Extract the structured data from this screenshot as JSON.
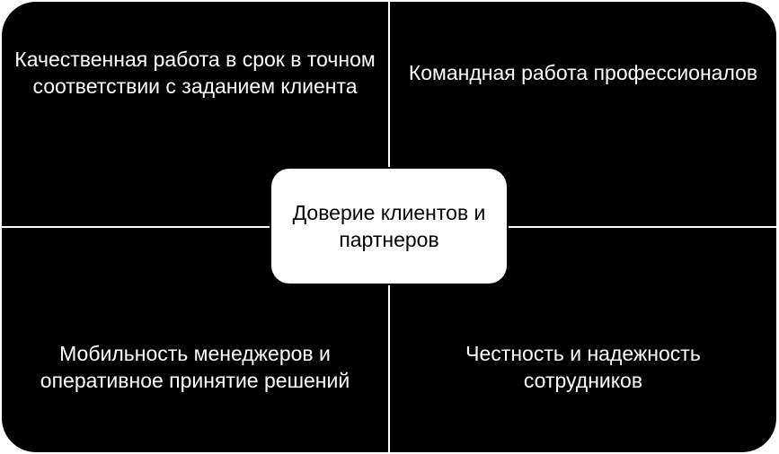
{
  "diagram": {
    "center": "Доверие клиентов и партнеров",
    "quadrants": {
      "top_left": "Качественная работа в срок в точном соответствии с заданием клиента",
      "top_right": "Командная работа профессионалов",
      "bottom_left": "Мобильность менеджеров и оперативное принятие решений",
      "bottom_right": "Честность и надежность сотрудников"
    },
    "colors": {
      "quadrant_fill": "#000000",
      "quadrant_text": "#ffffff",
      "center_fill": "#ffffff",
      "center_text": "#000000"
    }
  }
}
